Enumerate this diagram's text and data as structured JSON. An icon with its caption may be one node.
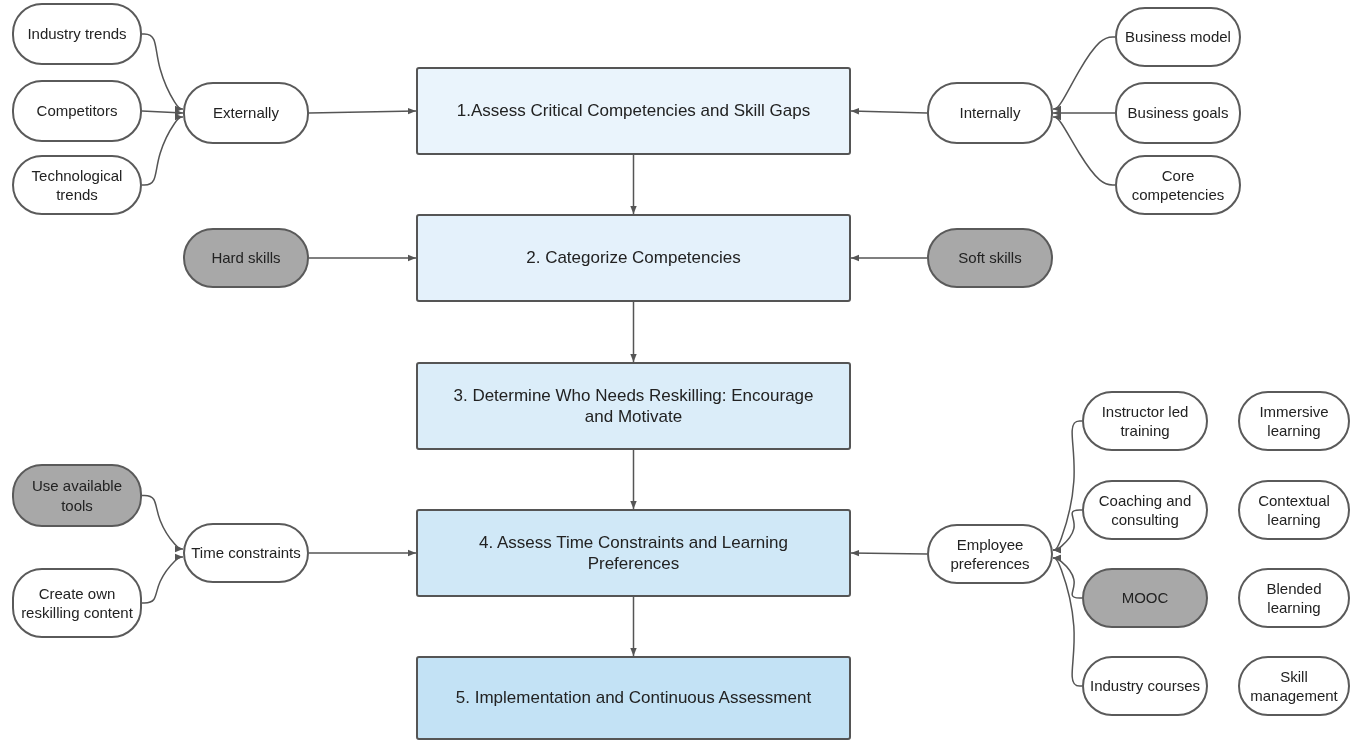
{
  "diagram": {
    "nodes": [
      {
        "text": [
          "Industry trends"
        ]
      },
      {
        "text": [
          "Competitors"
        ]
      },
      {
        "text": [
          "Technological trends"
        ]
      },
      {
        "text": [
          "Externally"
        ]
      },
      {
        "text": [
          "1.Assess Critical Competencies and Skill Gaps"
        ]
      },
      {
        "text": [
          "Internally"
        ]
      },
      {
        "text": [
          "Business model"
        ]
      },
      {
        "text": [
          "Business goals"
        ]
      },
      {
        "text": [
          "Core competencies"
        ]
      },
      {
        "text": [
          "Hard skills"
        ]
      },
      {
        "text": [
          "2. Categorize Competencies"
        ]
      },
      {
        "text": [
          "Soft skills"
        ]
      },
      {
        "text": [
          "3. Determine Who Needs Reskilling: Encourage and Motivate"
        ]
      },
      {
        "text": [
          "Instructor led training"
        ]
      },
      {
        "text": [
          "Immersive learning"
        ]
      },
      {
        "text": [
          "Use available tools"
        ]
      },
      {
        "text": [
          "Coaching and consulting"
        ]
      },
      {
        "text": [
          "Contextual learning"
        ]
      },
      {
        "text": [
          "Time constraints"
        ]
      },
      {
        "text": [
          "4. Assess Time Constraints and Learning Preferences"
        ]
      },
      {
        "text": [
          "Employee preferences"
        ]
      },
      {
        "text": [
          "Create own reskilling content"
        ]
      },
      {
        "text": [
          "MOOC"
        ]
      },
      {
        "text": [
          "Blended learning"
        ]
      },
      {
        "text": [
          "Industry courses"
        ]
      },
      {
        "text": [
          "Skill management"
        ]
      },
      {
        "text": [
          "5. Implementation and Continuous Assessment"
        ]
      }
    ],
    "edges": [
      {
        "from": 0,
        "to": 3,
        "arrow": "to"
      },
      {
        "from": 1,
        "to": 3,
        "arrow": "to"
      },
      {
        "from": 2,
        "to": 3,
        "arrow": "to"
      },
      {
        "from": 3,
        "to": 4,
        "arrow": "to"
      },
      {
        "from": 5,
        "to": 4,
        "arrow": "to"
      },
      {
        "from": 6,
        "to": 5,
        "arrow": "to"
      },
      {
        "from": 7,
        "to": 5,
        "arrow": "to"
      },
      {
        "from": 8,
        "to": 5,
        "arrow": "to"
      },
      {
        "from": 4,
        "to": 10,
        "arrow": "to"
      },
      {
        "from": 9,
        "to": 10,
        "arrow": "to"
      },
      {
        "from": 11,
        "to": 10,
        "arrow": "to"
      },
      {
        "from": 10,
        "to": 12,
        "arrow": "to"
      },
      {
        "from": 12,
        "to": 19,
        "arrow": "to"
      },
      {
        "from": 15,
        "to": 18,
        "arrow": "to"
      },
      {
        "from": 21,
        "to": 18,
        "arrow": "to"
      },
      {
        "from": 18,
        "to": 19,
        "arrow": "to"
      },
      {
        "from": 20,
        "to": 19,
        "arrow": "to"
      },
      {
        "from": 13,
        "to": 20,
        "arrow": "to"
      },
      {
        "from": 16,
        "to": 20,
        "arrow": "to"
      },
      {
        "from": 22,
        "to": 20,
        "arrow": "to"
      },
      {
        "from": 24,
        "to": 20,
        "arrow": "to"
      },
      {
        "from": 19,
        "to": 26,
        "arrow": "to"
      }
    ]
  }
}
